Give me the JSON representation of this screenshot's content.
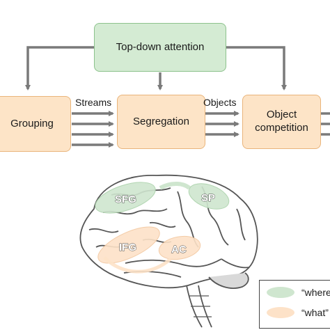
{
  "diagram": {
    "top_box": "Top-down attention",
    "boxes": [
      "Grouping",
      "Segregation",
      "Object competition"
    ],
    "edge_labels": [
      "Streams",
      "Objects"
    ]
  },
  "brain": {
    "regions": [
      "SFG",
      "SP",
      "IFG",
      "AC"
    ]
  },
  "legend": {
    "items": [
      {
        "label": "“where",
        "color": "#cfe6cf"
      },
      {
        "label": "“what”",
        "color": "#fde2c8"
      }
    ]
  },
  "colors": {
    "green_fill": "#d4ebd3",
    "peach_fill": "#fde4c7",
    "arrow": "#7a7a7a"
  }
}
